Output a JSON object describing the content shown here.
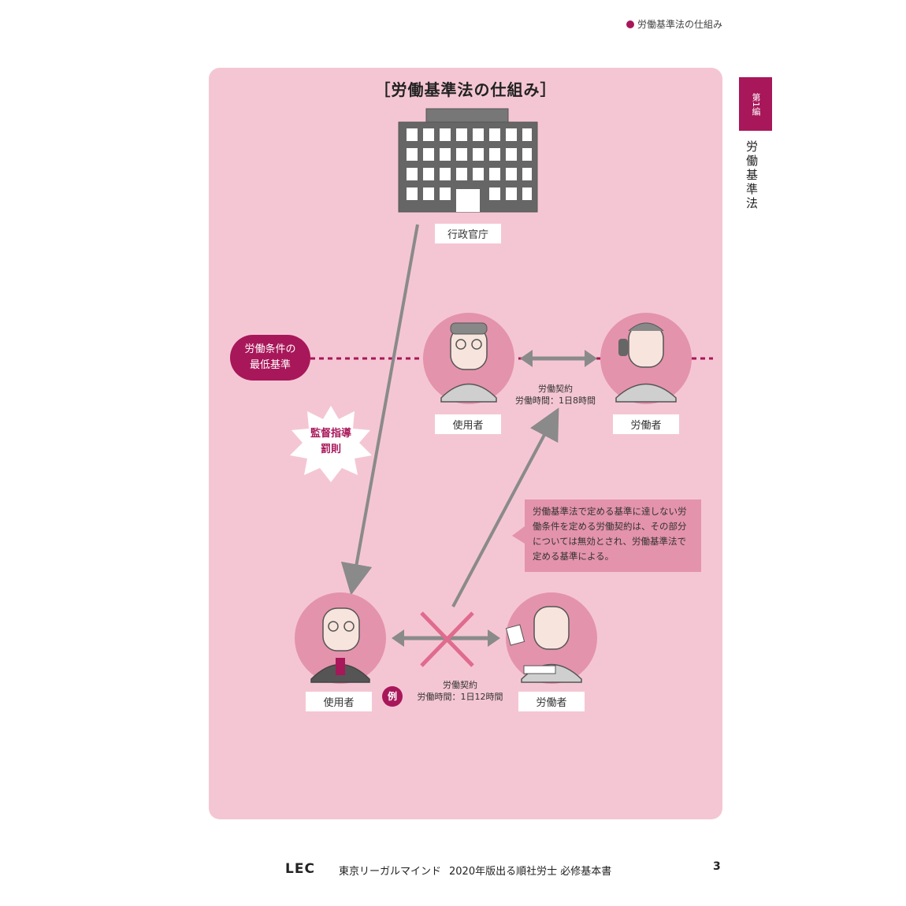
{
  "header": {
    "section_title": "労働基準法の仕組み"
  },
  "side_tab": {
    "part": "第1編",
    "chapter": "労働基準法"
  },
  "diagram": {
    "title": "［労働基準法の仕組み］",
    "government_label": "行政官庁",
    "standard_label_line1": "労働条件の",
    "standard_label_line2": "最低基準",
    "supervision_line1": "監督指導",
    "supervision_line2": "罰則",
    "top_employer_label": "使用者",
    "top_worker_label": "労働者",
    "top_contract_line1": "労働契約",
    "top_contract_line2": "労働時間：1日8時間",
    "note": "労働基準法で定める基準に達しない労働条件を定める労働契約は、その部分については無効とされ、労働基準法で定める基準による。",
    "bottom_employer_label": "使用者",
    "bottom_worker_label": "労働者",
    "example_badge": "例",
    "bottom_contract_line1": "労働契約",
    "bottom_contract_line2": "労働時間：1日12時間",
    "colors": {
      "accent": "#a8175a",
      "panel": "#f4c6d3",
      "circle": "#e493ac",
      "building": "#666666"
    }
  },
  "footer": {
    "logo": "LEC",
    "company": "東京リーガルマインド",
    "book_title": "2020年版出る順社労士 必修基本書",
    "page_number": "3"
  }
}
